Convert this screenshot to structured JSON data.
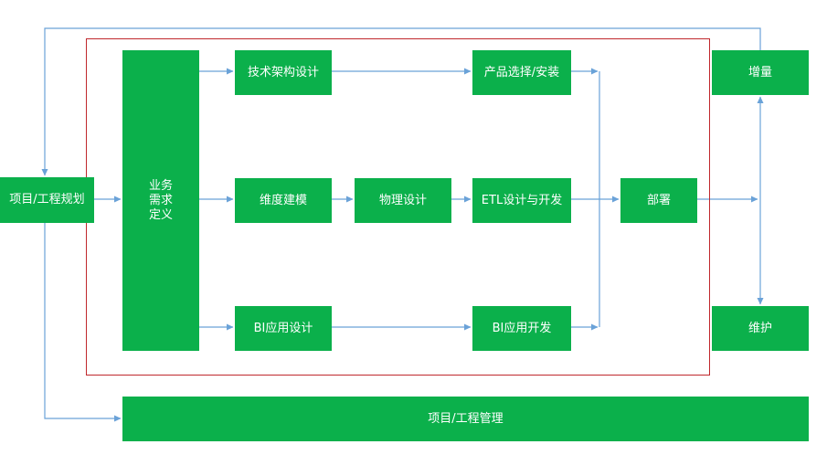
{
  "diagram": {
    "frame_color": "#c0282d",
    "box_color": "#0bb04b",
    "arrow_color": "#6aa2d8",
    "nodes": {
      "project_planning": "项目/工程规划",
      "requirements": [
        "业务",
        "需求",
        "定义"
      ],
      "tech_architecture": "技术架构设计",
      "product_selection": "产品选择/安装",
      "dimensional_modeling": "维度建模",
      "physical_design": "物理设计",
      "etl": "ETL设计与开发",
      "deployment": "部署",
      "bi_app_design": "BI应用设计",
      "bi_app_dev": "BI应用开发",
      "increment": "增量",
      "maintenance": "维护",
      "project_management": "项目/工程管理"
    }
  }
}
